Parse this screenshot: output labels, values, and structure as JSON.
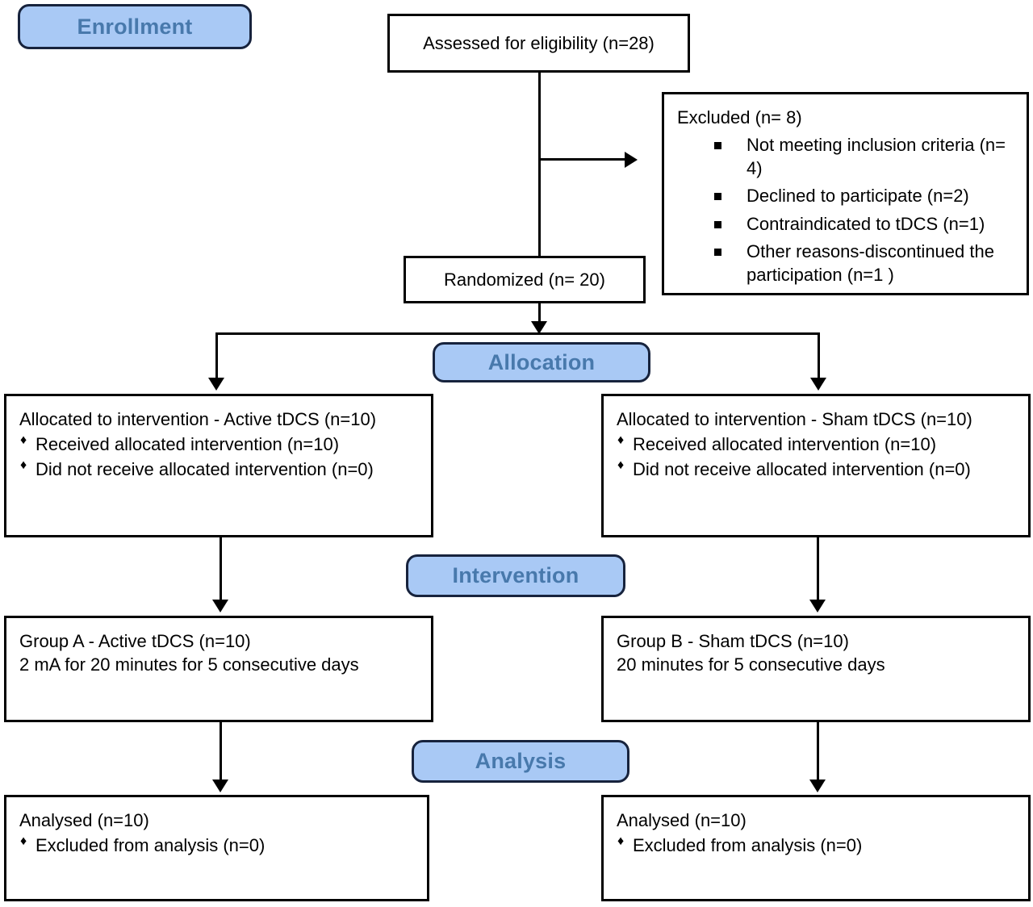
{
  "diagram": {
    "type": "consort-flow-diagram",
    "stages": [
      {
        "key": "enrollment",
        "label": "Enrollment"
      },
      {
        "key": "allocation",
        "label": "Allocation"
      },
      {
        "key": "intervention",
        "label": "Intervention"
      },
      {
        "key": "analysis",
        "label": "Analysis"
      }
    ],
    "colors": {
      "badge_fill": "#a9c9f5",
      "badge_border": "#17233d",
      "badge_text": "#4879ac",
      "box_border": "#000000",
      "box_fill": "#ffffff",
      "connector": "#000000"
    }
  },
  "enrollment": {
    "assessed": {
      "title": "Assessed for eligibility (n=28)"
    },
    "excluded": {
      "title": "Excluded (n= 8)",
      "reasons": [
        "Not meeting inclusion criteria (n= 4)",
        "Declined to participate (n=2)",
        "Contraindicated to tDCS (n=1)",
        "Other reasons-discontinued the participation (n=1 )"
      ]
    },
    "randomized": {
      "title": "Randomized (n= 20)"
    }
  },
  "allocation": {
    "left": {
      "title": "Allocated to intervention - Active tDCS (n=10)",
      "items": [
        "Received allocated intervention (n=10)",
        "Did not receive allocated intervention (n=0)"
      ]
    },
    "right": {
      "title": "Allocated to intervention - Sham tDCS (n=10)",
      "items": [
        "Received allocated intervention (n=10)",
        "Did not receive allocated intervention (n=0)"
      ]
    }
  },
  "intervention": {
    "left": {
      "title": "Group A - Active tDCS (n=10)",
      "detail": "2 mA for 20 minutes for 5 consecutive days"
    },
    "right": {
      "title": "Group B - Sham tDCS (n=10)",
      "detail": "20 minutes for 5 consecutive days"
    }
  },
  "analysis": {
    "left": {
      "title": "Analysed (n=10)",
      "items": [
        "Excluded from analysis (n=0)"
      ]
    },
    "right": {
      "title": "Analysed (n=10)",
      "items": [
        "Excluded from analysis (n=0)"
      ]
    }
  }
}
